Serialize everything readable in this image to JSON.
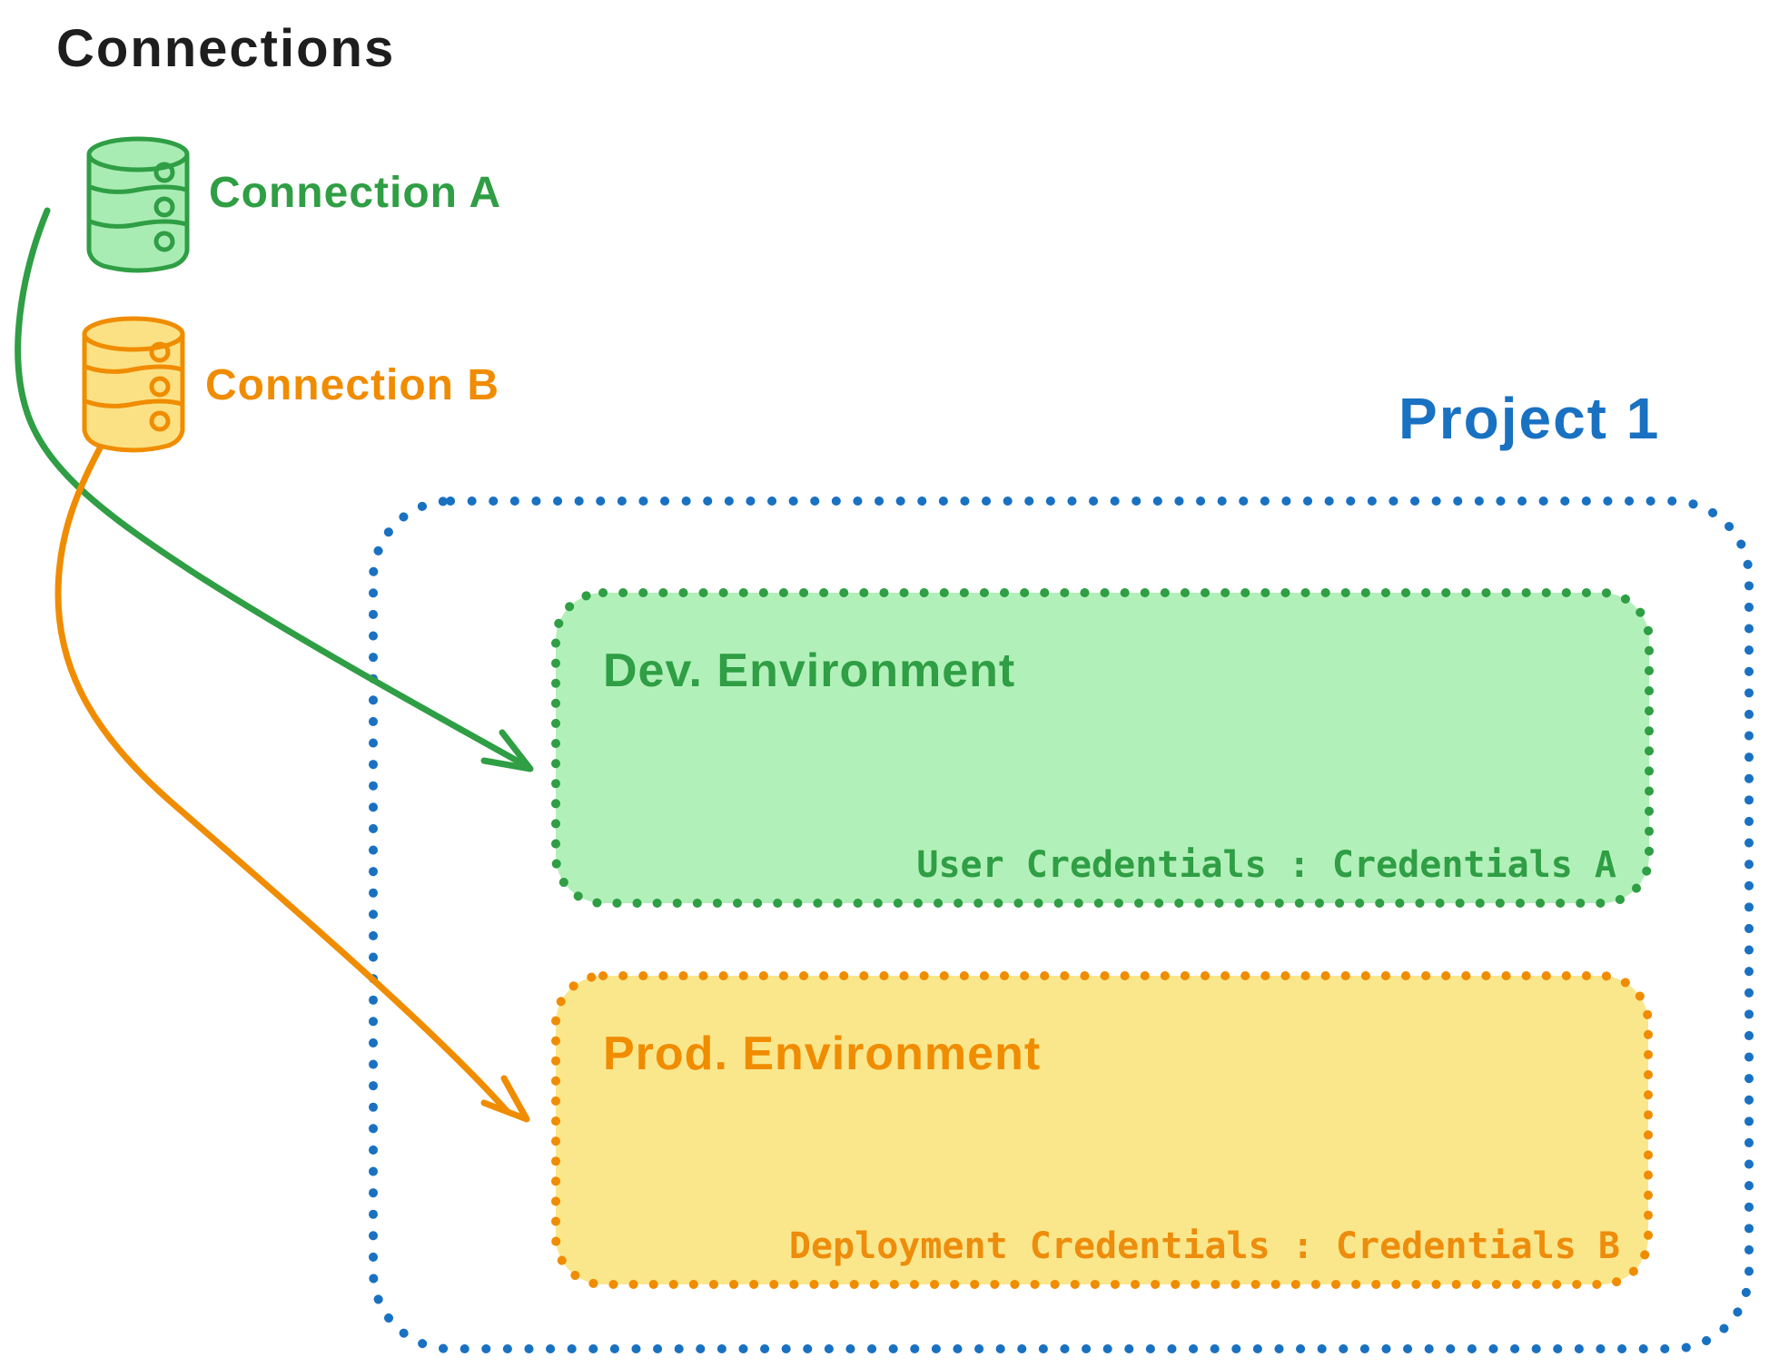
{
  "title": "Connections",
  "connections": [
    {
      "label": "Connection A",
      "icon": "database-icon",
      "color": "#2f9e44",
      "fill": "#a8ecb4"
    },
    {
      "label": "Connection B",
      "icon": "database-icon",
      "color": "#f08c00",
      "fill": "#fce184"
    }
  ],
  "project": {
    "title": "Project 1",
    "border_color": "#1971c2",
    "environments": [
      {
        "name": "Dev. Environment",
        "credentials_label": "User Credentials : Credentials A",
        "color": "#2f9e44",
        "fill": "#b2f0ba"
      },
      {
        "name": "Prod. Environment",
        "credentials_label": "Deployment Credentials : Credentials B",
        "color": "#f08c00",
        "fill": "#fae78c"
      }
    ]
  },
  "arrows": [
    {
      "name": "connection-a-to-dev-arrow",
      "color": "#2f9e44"
    },
    {
      "name": "connection-b-to-prod-arrow",
      "color": "#f08c00"
    }
  ],
  "colors": {
    "ink": "#1e1e1e",
    "green": "#2f9e44",
    "orange": "#f08c00",
    "blue": "#1971c2"
  }
}
